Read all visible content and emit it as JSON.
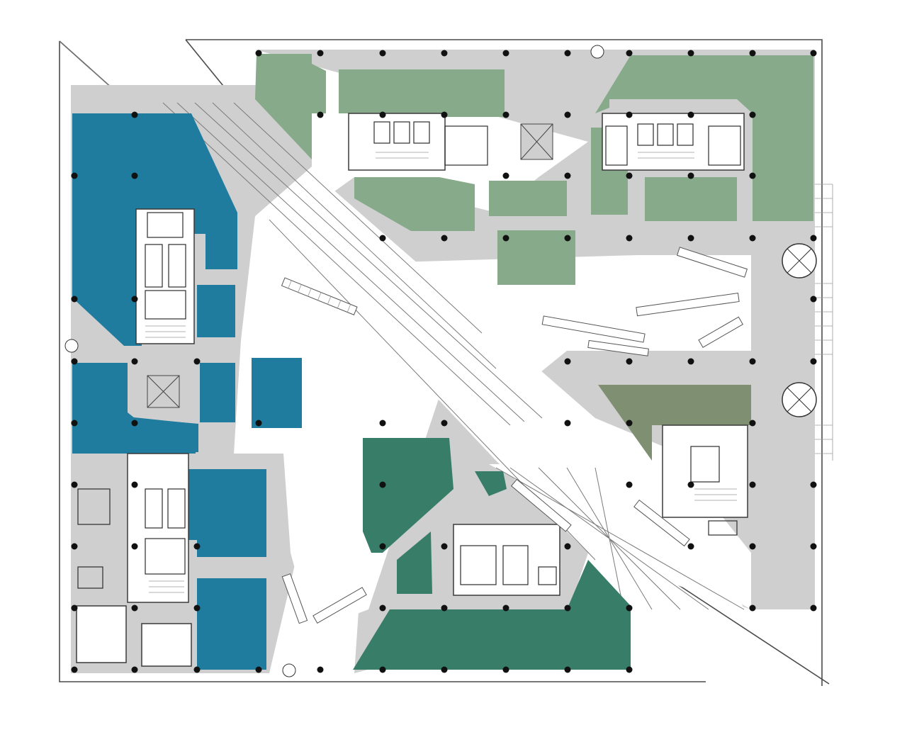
{
  "plan": {
    "zone_colors": {
      "blue": "#1f7c9e",
      "green_light": "#86aa8a",
      "green_dark": "#387d68",
      "olive": "#7f8f72",
      "circulation": "#d3d3d3",
      "background": "#ffffff"
    },
    "zones": [
      {
        "name": "zone-blue-west-top",
        "color": "blue"
      },
      {
        "name": "zone-blue-west-mid",
        "color": "blue"
      },
      {
        "name": "zone-blue-west-lobby-right",
        "color": "blue"
      },
      {
        "name": "zone-blue-central-square",
        "color": "blue"
      },
      {
        "name": "zone-blue-west-lower-a",
        "color": "blue"
      },
      {
        "name": "zone-blue-west-lower-b",
        "color": "blue"
      },
      {
        "name": "zone-green-north-west",
        "color": "green_light"
      },
      {
        "name": "zone-green-north-center",
        "color": "green_light"
      },
      {
        "name": "zone-green-north-east",
        "color": "green_light"
      },
      {
        "name": "zone-green-center-square",
        "color": "green_light"
      },
      {
        "name": "zone-green-south-triangle",
        "color": "green_dark"
      },
      {
        "name": "zone-green-south-wedge",
        "color": "green_dark"
      },
      {
        "name": "zone-green-south-base",
        "color": "green_dark"
      },
      {
        "name": "zone-olive-east",
        "color": "olive"
      }
    ],
    "icons": [
      "compass-rose-icon",
      "revolving-door-icon",
      "escalator-icon",
      "elevator-core-icon",
      "stair-icon",
      "restroom-icon",
      "atrium-void-icon"
    ]
  }
}
